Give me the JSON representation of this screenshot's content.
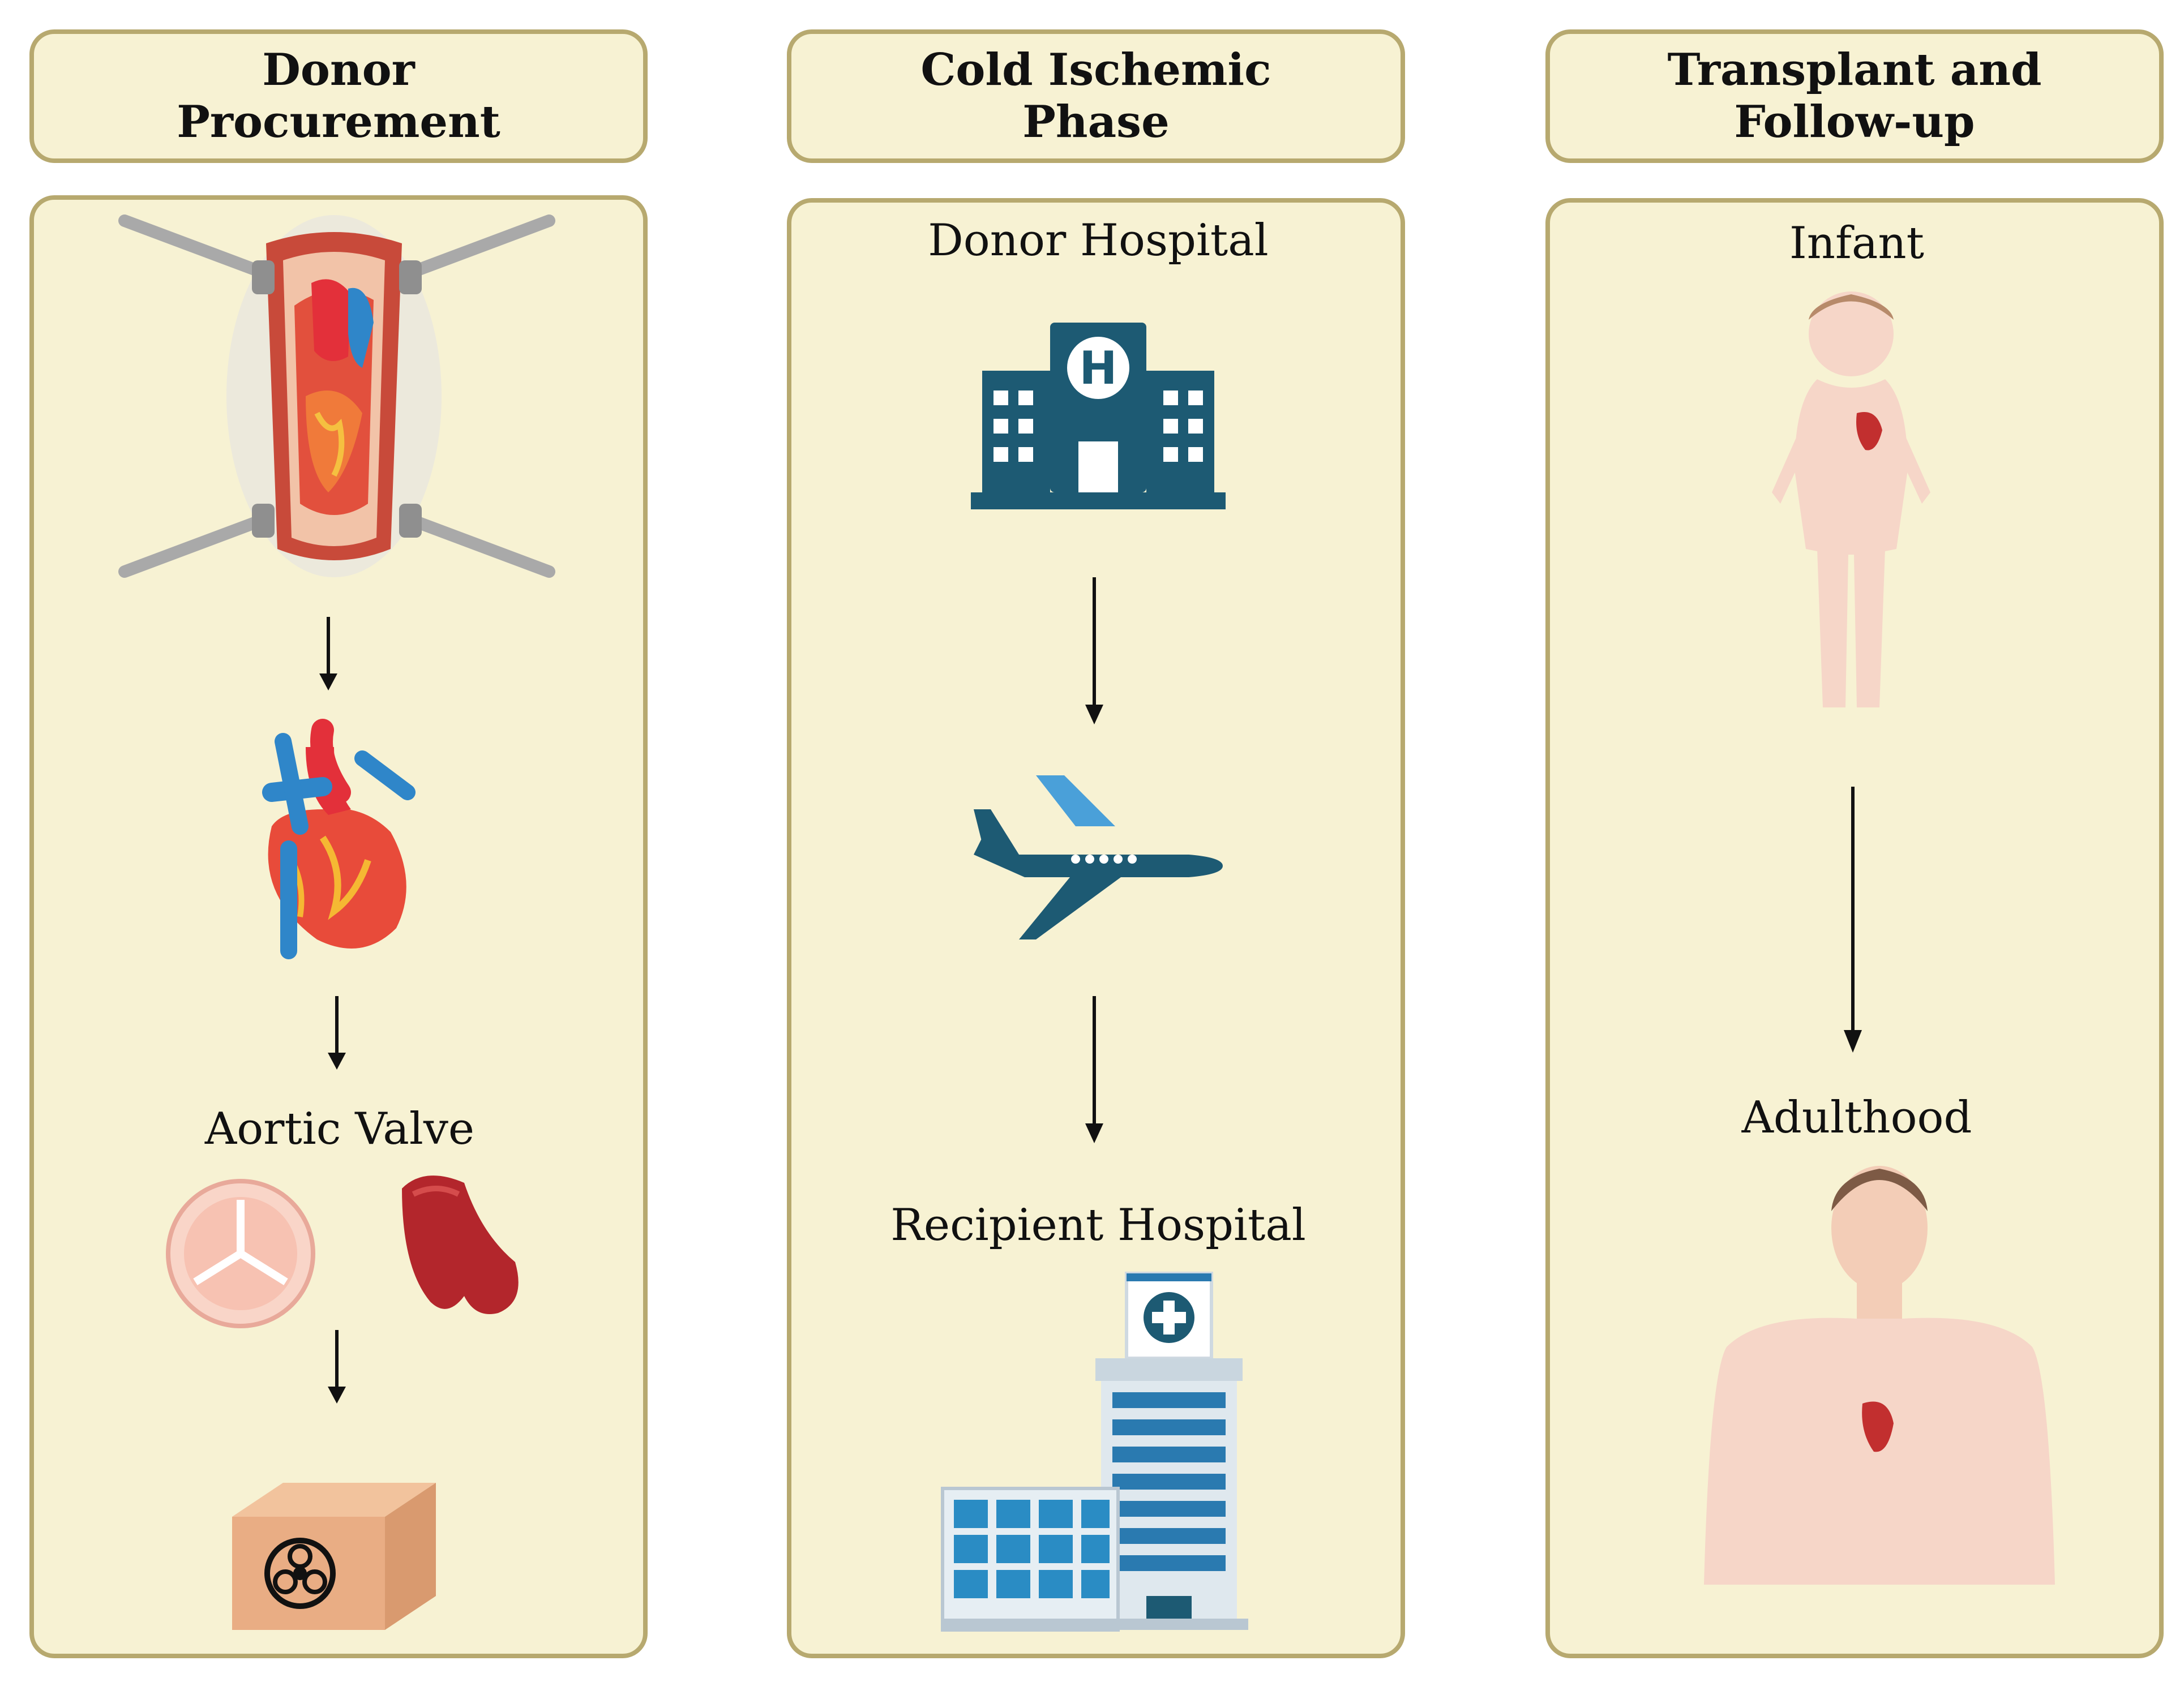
{
  "columns": [
    {
      "title_line1": "Donor",
      "title_line2": "Procurement"
    },
    {
      "title_line1": "Cold Ischemic",
      "title_line2": "Phase"
    },
    {
      "title_line1": "Transplant and",
      "title_line2": "Follow-up"
    }
  ],
  "labels": {
    "aortic_valve": "Aortic Valve",
    "donor_hospital": "Donor Hospital",
    "recipient_hospital": "Recipient Hospital",
    "infant": "Infant",
    "adulthood": "Adulthood"
  },
  "icons": {
    "procurement": "open-chest-surgery-icon",
    "heart": "heart-icon",
    "valve": "aortic-valve-icon",
    "tissue": "valve-tissue-icon",
    "box": "biohazard-box-icon",
    "donor_hospital": "hospital-building-icon",
    "transport": "airplane-icon",
    "recipient_hospital": "hospital-tower-icon",
    "infant": "infant-body-icon",
    "adult": "adult-torso-icon"
  },
  "colors": {
    "panel_fill": "#f7f2d3",
    "panel_border": "#b7a96f",
    "hospital_blue": "#1d5a73",
    "artery_red": "#e3303a",
    "vein_blue": "#2f86c9",
    "tissue_red": "#b3262c",
    "skin": "#f6d6c8"
  }
}
